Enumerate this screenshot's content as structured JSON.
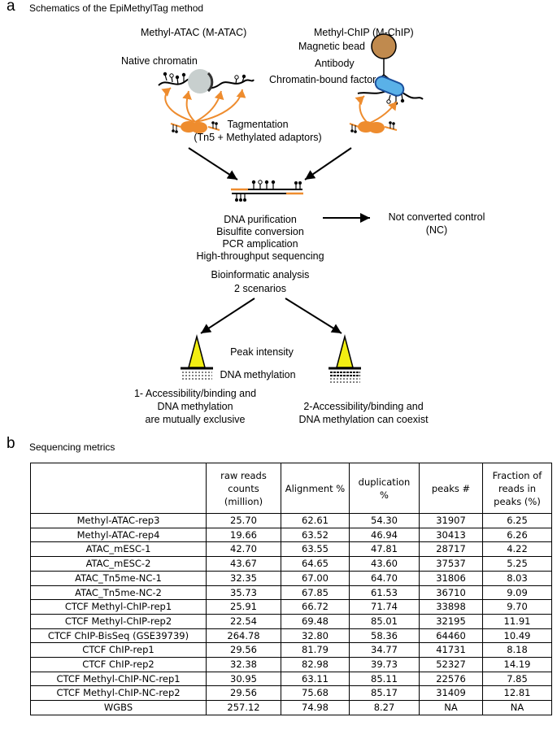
{
  "panel_a": {
    "letter": "a",
    "title": "Schematics of the EpiMethylTag method",
    "left_title": "Methyl-ATAC (M-ATAC)",
    "right_title": "Methyl-ChIP (M-ChIP)",
    "native_chromatin": "Native chromatin",
    "magnetic_bead": "Magnetic bead",
    "antibody": "Antibody",
    "chromatin_factor": "Chromatin-bound factor",
    "tagmentation_line1": "Tagmentation",
    "tagmentation_line2": "(Tn5 + Methylated adaptors)",
    "steps": [
      "DNA purification",
      "Bisulfite conversion",
      "PCR amplication",
      "High-throughput sequencing"
    ],
    "nc_line1": "Not converted control",
    "nc_line2": "(NC)",
    "bioinfo_line1": "Bioinformatic analysis",
    "bioinfo_line2": "2 scenarios",
    "peak_intensity": "Peak intensity",
    "dna_methylation": "DNA methylation",
    "scenario1": [
      "1- Accessibility/binding and",
      "DNA methylation",
      "are mutually exclusive"
    ],
    "scenario2": [
      "2-Accessibility/binding and",
      "DNA methylation can coexist"
    ],
    "colors": {
      "orange": "#ee8c2e",
      "yellow": "#f2ee12",
      "bead": "#c08a4e",
      "factor": "#5ab1e8",
      "nucleosome": "#c8cfce"
    }
  },
  "panel_b": {
    "letter": "b",
    "title": "Sequencing metrics",
    "headers": [
      "",
      "raw reads counts (million)",
      "Alignment %",
      "duplication %",
      "peaks #",
      "Fraction of reads in peaks (%)"
    ],
    "header_lines": [
      [
        ""
      ],
      [
        "raw reads",
        "counts",
        "(million)"
      ],
      [
        "Alignment %"
      ],
      [
        "duplication",
        "%"
      ],
      [
        "peaks #"
      ],
      [
        "Fraction of",
        "reads in",
        "peaks (%)"
      ]
    ],
    "rows": [
      [
        "Methyl-ATAC-rep3",
        "25.70",
        "62.61",
        "54.30",
        "31907",
        "6.25"
      ],
      [
        "Methyl-ATAC-rep4",
        "19.66",
        "63.52",
        "46.94",
        "30413",
        "6.26"
      ],
      [
        "ATAC_mESC-1",
        "42.70",
        "63.55",
        "47.81",
        "28717",
        "4.22"
      ],
      [
        "ATAC_mESC-2",
        "43.67",
        "64.65",
        "43.60",
        "37537",
        "5.25"
      ],
      [
        "ATAC_Tn5me-NC-1",
        "32.35",
        "67.00",
        "64.70",
        "31806",
        "8.03"
      ],
      [
        "ATAC_Tn5me-NC-2",
        "35.73",
        "67.85",
        "61.53",
        "36710",
        "9.09"
      ],
      [
        "CTCF Methyl-ChIP-rep1",
        "25.91",
        "66.72",
        "71.74",
        "33898",
        "9.70"
      ],
      [
        "CTCF Methyl-ChIP-rep2",
        "22.54",
        "69.48",
        "85.01",
        "32195",
        "11.91"
      ],
      [
        "CTCF ChIP-BisSeq (GSE39739)",
        "264.78",
        "32.80",
        "58.36",
        "64460",
        "10.49"
      ],
      [
        "CTCF ChIP-rep1",
        "29.56",
        "81.79",
        "34.77",
        "41731",
        "8.18"
      ],
      [
        "CTCF ChIP-rep2",
        "32.38",
        "82.98",
        "39.73",
        "52327",
        "14.19"
      ],
      [
        "CTCF Methyl-ChIP-NC-rep1",
        "30.95",
        "63.11",
        "85.11",
        "22576",
        "7.85"
      ],
      [
        "CTCF Methyl-ChIP-NC-rep2",
        "29.56",
        "75.68",
        "85.17",
        "31409",
        "12.81"
      ],
      [
        "WGBS",
        "257.12",
        "74.98",
        "8.27",
        "NA",
        "NA"
      ]
    ]
  }
}
